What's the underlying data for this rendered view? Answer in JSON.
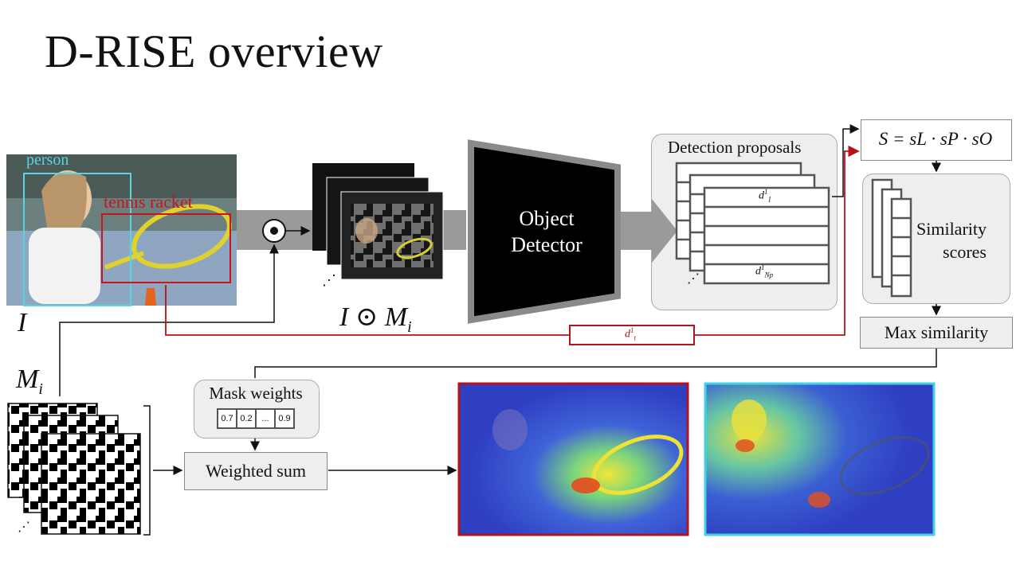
{
  "title": "D-RISE overview",
  "labels": {
    "input_image": "I",
    "masked_image": "I ⊙ M",
    "masked_image_sub": "i",
    "masks": "M",
    "masks_sub": "i",
    "person_box": "person",
    "racket_box": "tennis racket",
    "detector": [
      "Object",
      "Detector"
    ],
    "proposals_title": "Detection proposals",
    "proposal_first": "d",
    "proposal_first_sup": "1",
    "proposal_first_sub": "1",
    "proposal_last": "d",
    "proposal_last_sup": "1",
    "proposal_last_sub": "Np",
    "target_vec": "d",
    "target_vec_sup": "1",
    "target_vec_sub": "t",
    "formula": "S = sL · sP · sO",
    "similarity": [
      "Similarity",
      "scores"
    ],
    "max_similarity": "Max similarity",
    "mask_weights": "Mask weights",
    "weights": [
      "0.7",
      "0.2",
      "...",
      "0.9"
    ],
    "weighted_sum": "Weighted sum",
    "hadamard": "⊙",
    "ellipsis": "⋰"
  },
  "colors": {
    "person_box": "#56d6e0",
    "racket_box": "#c8151b",
    "red_wire": "#b5121b",
    "cyan_frame": "#3fd3e6"
  },
  "icons": [
    "hadamard-operator-icon",
    "arrow-icon"
  ]
}
